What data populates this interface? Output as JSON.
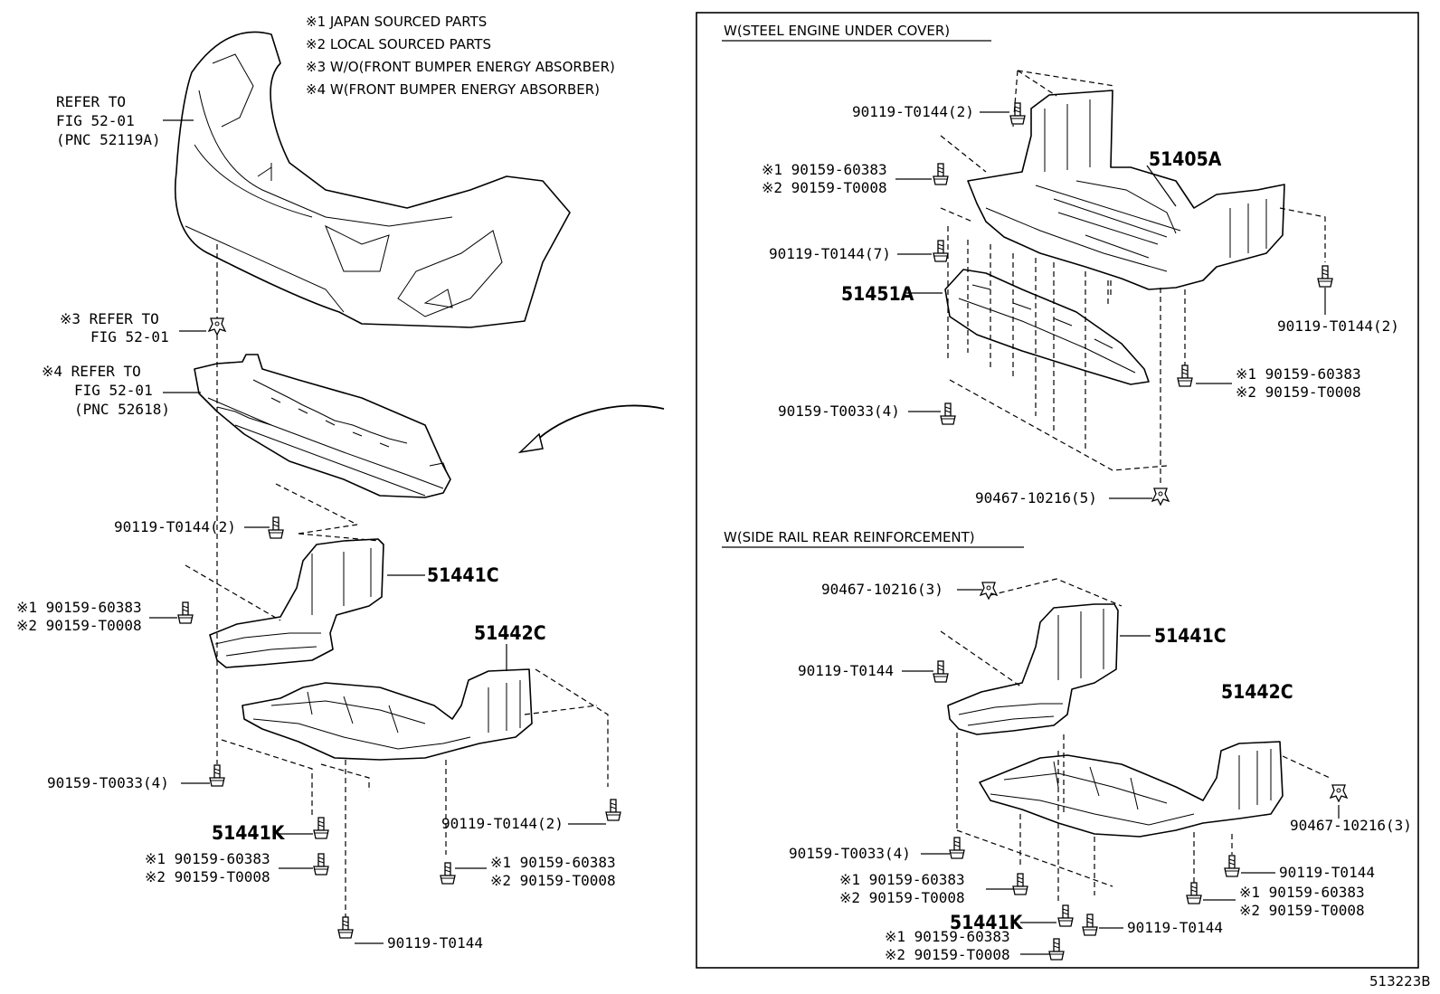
{
  "notes": [
    "※1 JAPAN SOURCED PARTS",
    "※2 LOCAL SOURCED PARTS",
    "※3 W/O(FRONT BUMPER ENERGY ABSORBER)",
    "※4 W(FRONT BUMPER ENERGY ABSORBER)"
  ],
  "refs": {
    "ref1": [
      "REFER TO",
      "FIG 52-01",
      "(PNC 52119A)"
    ],
    "ref3": [
      "※3 REFER TO",
      "FIG 52-01"
    ],
    "ref4": [
      "※4 REFER TO",
      "FIG 52-01",
      "(PNC 52618)"
    ]
  },
  "left": {
    "l1": "90119-T0144(2)",
    "l2a": "※1 90159-60383",
    "l2b": "※2 90159-T0008",
    "pnc1": "51441C",
    "pnc2": "51442C",
    "l3": "90159-T0033(4)",
    "l4": "90119-T0144(2)",
    "pnc3": "51441K",
    "l5a": "※1 90159-60383",
    "l5b": "※2 90159-T0008",
    "l6a": "※1 90159-60383",
    "l6b": "※2 90159-T0008",
    "l7": "90119-T0144"
  },
  "panel1": {
    "title": "W(STEEL ENGINE UNDER COVER)",
    "l1": "90119-T0144(2)",
    "l2a": "※1 90159-60383",
    "l2b": "※2 90159-T0008",
    "pnc1": "51405A",
    "l3": "90119-T0144(7)",
    "pnc2": "51451A",
    "l4": "90119-T0144(2)",
    "l5a": "※1 90159-60383",
    "l5b": "※2 90159-T0008",
    "l6": "90159-T0033(4)",
    "l7": "90467-10216(5)"
  },
  "panel2": {
    "title": "W(SIDE RAIL REAR REINFORCEMENT)",
    "l1": "90467-10216(3)",
    "pnc1": "51441C",
    "l2": "90119-T0144",
    "pnc2": "51442C",
    "l3": "90467-10216(3)",
    "l4": "90159-T0033(4)",
    "l5": "90119-T0144",
    "l6a": "※1 90159-60383",
    "l6b": "※2 90159-T0008",
    "l7a": "※1 90159-60383",
    "l7b": "※2 90159-T0008",
    "pnc3": "51441K",
    "l8": "90119-T0144",
    "l9a": "※1 90159-60383",
    "l9b": "※2 90159-T0008"
  },
  "figure_id": "513223B"
}
